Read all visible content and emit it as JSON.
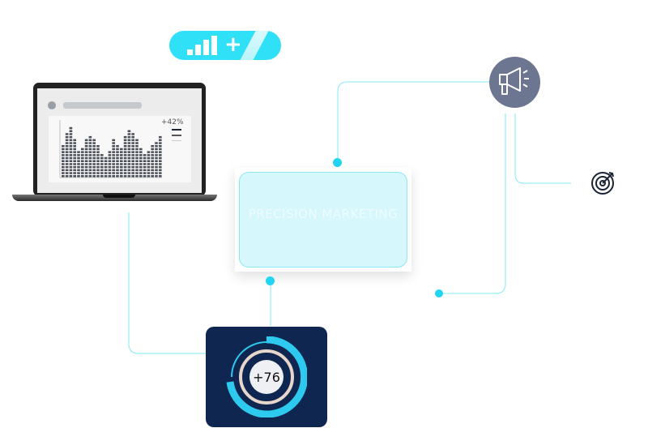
{
  "badge": {
    "icon": "signal-bars-icon",
    "plus": "+"
  },
  "laptop": {
    "growth_label": "+42%",
    "bars": [
      11,
      15,
      17,
      13,
      9,
      10,
      13,
      14,
      13,
      11,
      8,
      7,
      9,
      13,
      11,
      10,
      14,
      16,
      15,
      13,
      10,
      8,
      9,
      11,
      12,
      14
    ]
  },
  "card": {
    "label": "PRECISION MARKETING"
  },
  "score": {
    "value": "+76"
  },
  "icons": {
    "megaphone": "megaphone-icon",
    "target": "target-arrow-icon"
  },
  "colors": {
    "accent": "#22d5f2",
    "navy": "#0f2650",
    "card_bg": "#d6f7fc",
    "mega_bg": "#6d7690"
  }
}
